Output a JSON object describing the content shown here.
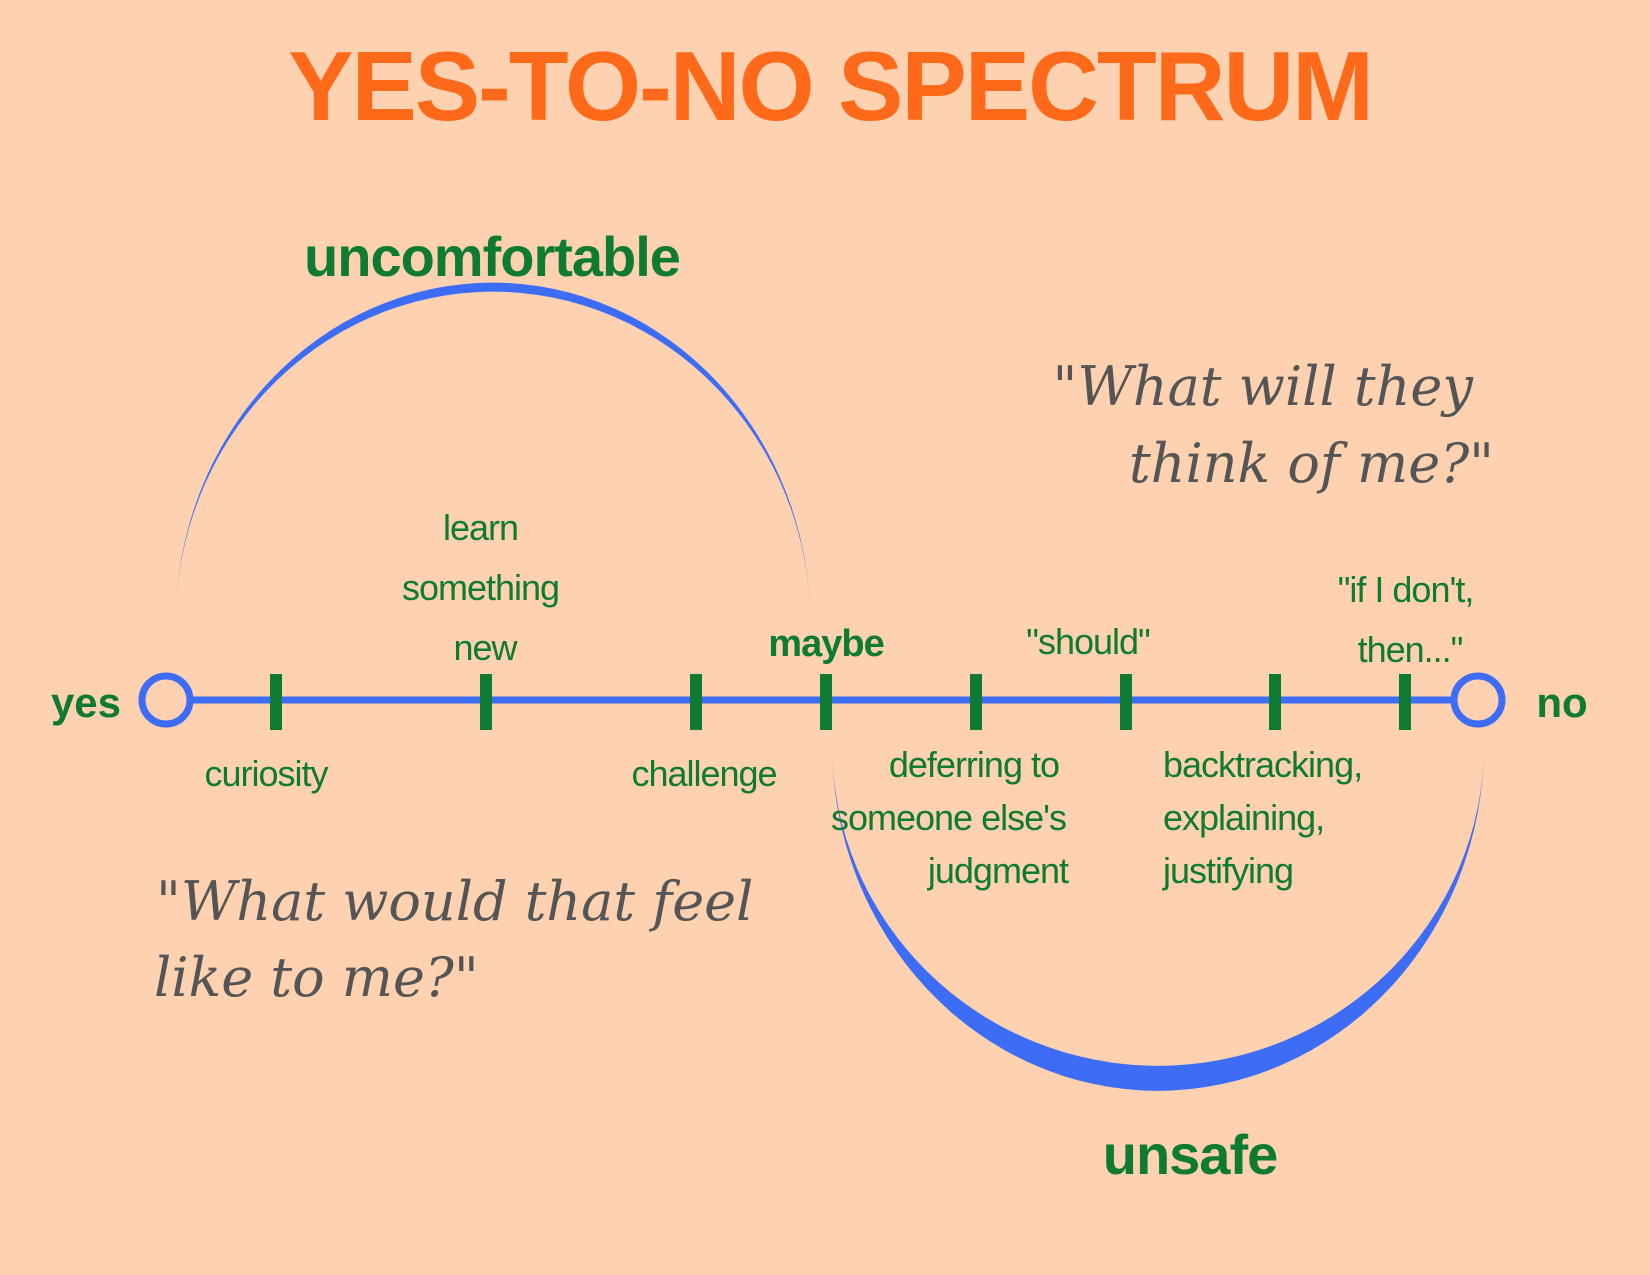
{
  "colors": {
    "background": "#fed1b0",
    "title": "#ff6a1a",
    "green": "#0f7a32",
    "blue": "#3d6cf6",
    "quote": "#555555"
  },
  "title": "YES-TO-NO SPECTRUM",
  "zones": {
    "upper": "uncomfortable",
    "lower": "unsafe"
  },
  "ends": {
    "left": "yes",
    "right": "no"
  },
  "spectrum": {
    "above": {
      "learn": [
        "learn",
        "something",
        "new"
      ],
      "maybe": "maybe",
      "should": "\"should\"",
      "if_dont": [
        "\"if I don't,",
        "then...\""
      ]
    },
    "below": {
      "curiosity": "curiosity",
      "challenge": "challenge",
      "deferring": [
        "deferring to",
        "someone else's",
        "judgment"
      ],
      "backtracking": [
        "backtracking,",
        "explaining,",
        "justifying"
      ]
    }
  },
  "quotes": {
    "top_right": [
      "\"What will they",
      "think of me?\""
    ],
    "bottom_left": [
      "\"What would that feel",
      "like to me?\""
    ]
  }
}
